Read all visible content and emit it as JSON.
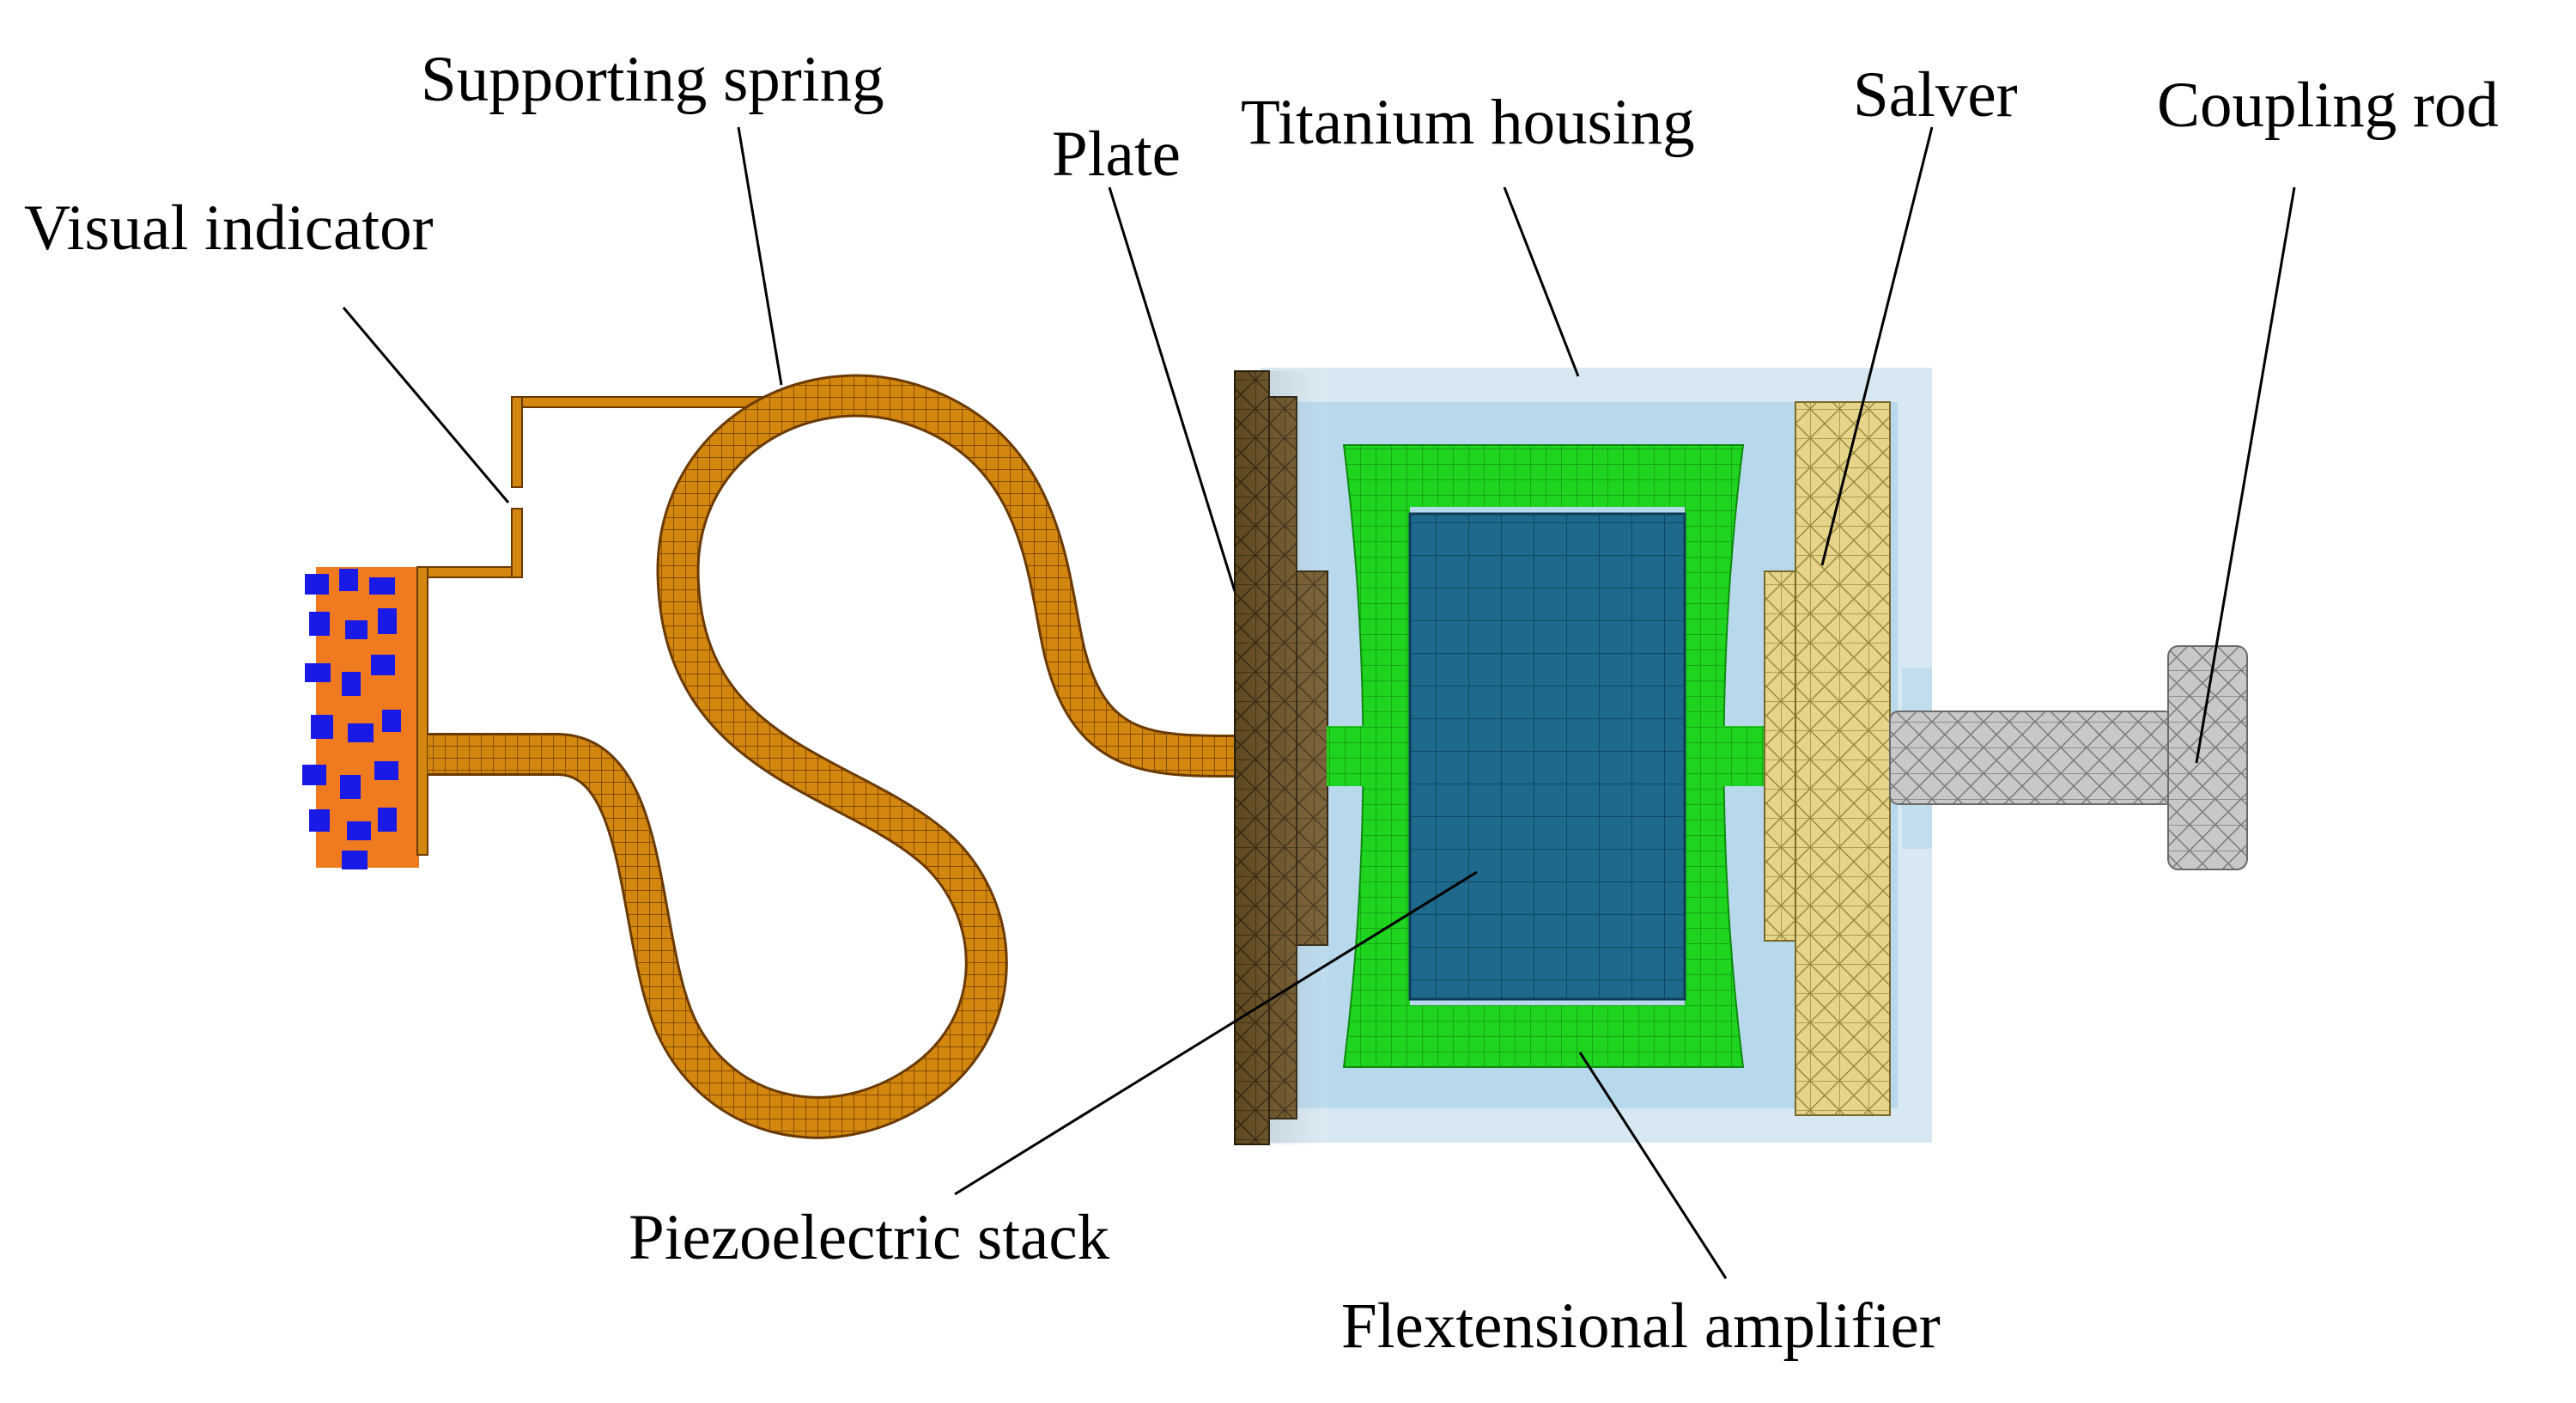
{
  "labels": {
    "supporting_spring": "Supporting spring",
    "visual_indicator": "Visual indicator",
    "plate": "Plate",
    "titanium_housing": "Titanium housing",
    "salver": "Salver",
    "coupling_rod": "Coupling rod",
    "piezoelectric_stack": "Piezoelectric stack",
    "flextensional_amplifier": "Flextensional amplifier"
  },
  "colors": {
    "spring": "#D4870E",
    "spring_mesh": "#6B3A00",
    "indicator_orange": "#F07A20",
    "indicator_blue": "#1A1AE6",
    "plate": "#6E5424",
    "plate_mesh": "#3A2A10",
    "housing": "#D8E8F2",
    "housing_inner": "#B8D8EC",
    "amplifier": "#1FD41F",
    "stack": "#1E6A8C",
    "stack_mesh": "#0E3E56",
    "salver": "#E6D48A",
    "salver_mesh": "#9A8A40",
    "rod": "#C8C8C8",
    "rod_mesh": "#7A7A7A"
  }
}
